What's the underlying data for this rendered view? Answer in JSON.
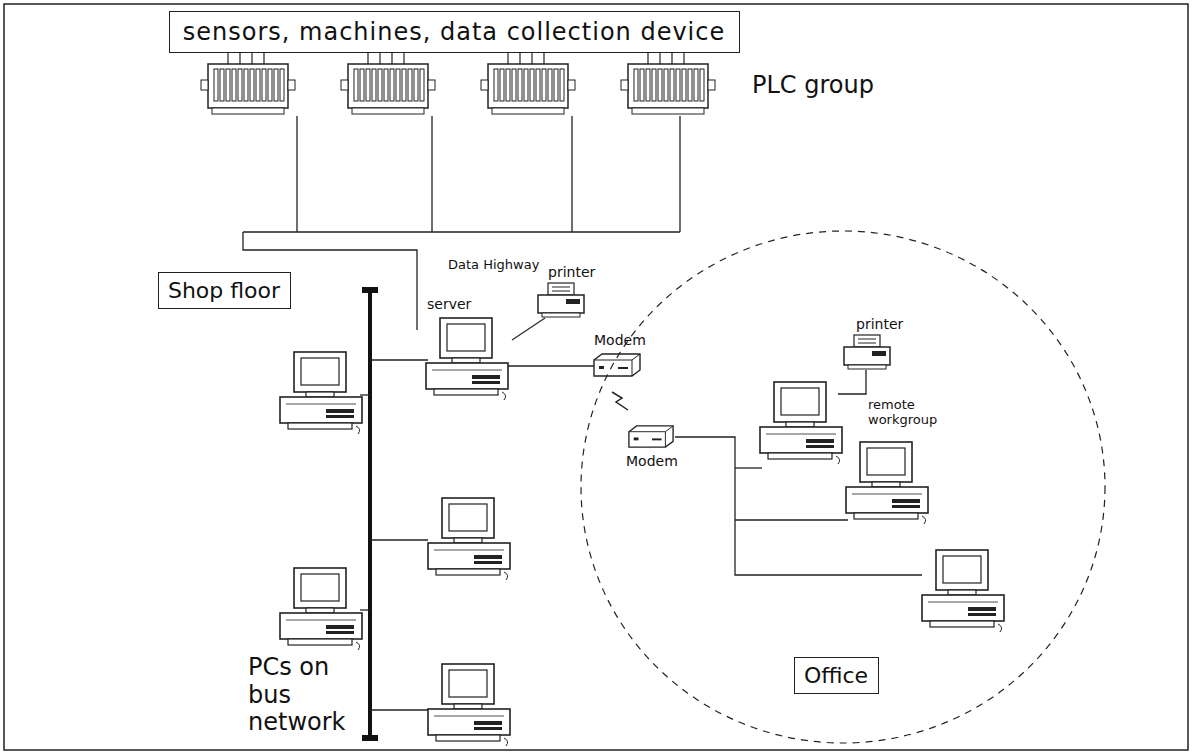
{
  "diagram": {
    "nodes": [
      {
        "text": [
          "sensors, machines, data collection device"
        ]
      },
      {
        "text": [
          "Shop floor"
        ]
      },
      {
        "text": [
          "Office"
        ]
      }
    ],
    "labels": [
      "PLC group",
      "Data Highway",
      "server",
      "printer",
      "Modem",
      "Modem",
      "printer",
      "remote workgroup",
      "PCs on bus network"
    ]
  }
}
